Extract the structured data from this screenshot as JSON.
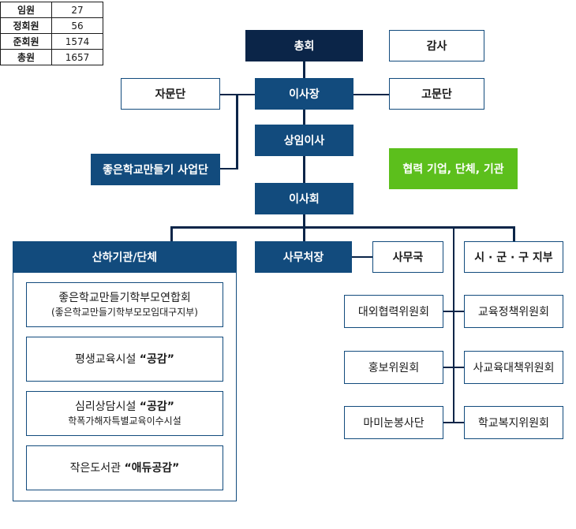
{
  "stats": [
    {
      "label": "임원",
      "value": "27"
    },
    {
      "label": "정회원",
      "value": "56"
    },
    {
      "label": "준회원",
      "value": "1574"
    },
    {
      "label": "총원",
      "value": "1657"
    }
  ],
  "nodes": {
    "general_assembly": "총회",
    "auditor": "감사",
    "chairman": "이사장",
    "advisory_group": "자문단",
    "counsel_group": "고문단",
    "executive_director": "상임이사",
    "good_school_project": "좋은학교만들기 사업단",
    "partners": "협력 기업, 단체, 기관",
    "board": "이사회",
    "affiliates": "산하기관/단체",
    "secretary_general": "사무처장",
    "secretariat": "사무국",
    "branches": "시 · 군 · 구 지부",
    "external_committee": "대외협력위원회",
    "education_policy_committee": "교육정책위원회",
    "pr_committee": "홍보위원회",
    "private_ed_committee": "사교육대책위원회",
    "mami_volunteers": "마미눈봉사단",
    "school_welfare_committee": "학교복지위원회"
  },
  "affiliates_list": {
    "federation": {
      "title": "좋은학교만들기학부모연합회",
      "sub": "(좋은학교만들기학부모모임대구지부)"
    },
    "lifelong": {
      "prefix": "평생교육시설 ",
      "quote": "“공감”"
    },
    "counseling": {
      "prefix": "심리상담시설 ",
      "quote": "“공감”",
      "sub": "학폭가해자특별교육이수시설"
    },
    "library": {
      "prefix": "작은도서관 ",
      "quote": "“애듀공감”"
    }
  }
}
